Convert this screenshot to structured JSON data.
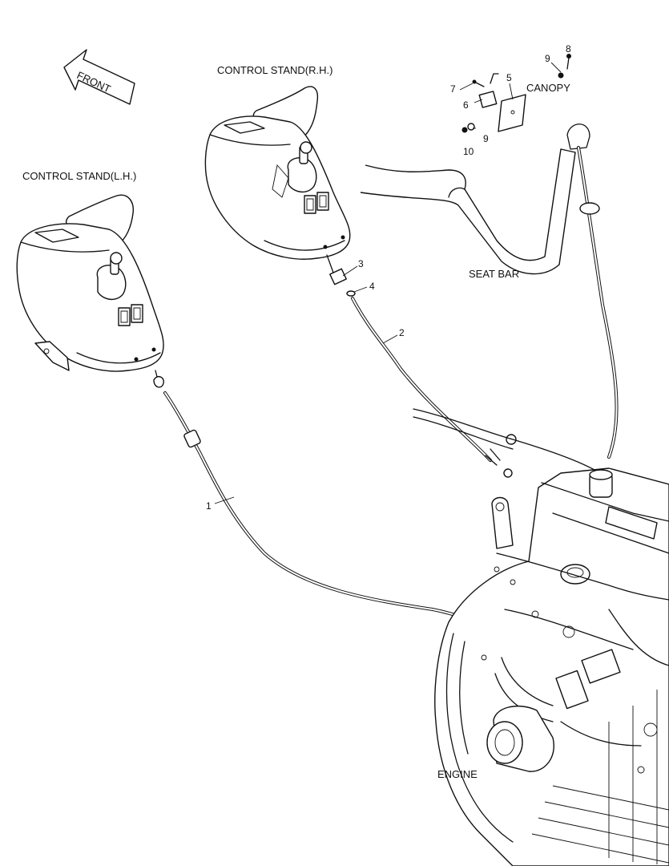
{
  "labels": {
    "front": "FRONT",
    "control_stand_rh": "CONTROL STAND(R.H.)",
    "control_stand_lh": "CONTROL STAND(L.H.)",
    "canopy": "CANOPY",
    "seat_bar": "SEAT BAR",
    "engine": "ENGINE"
  },
  "callouts": {
    "n1": "1",
    "n2": "2",
    "n3": "3",
    "n4": "4",
    "n5": "5",
    "n6": "6",
    "n7": "7",
    "n8": "8",
    "n9a": "9",
    "n9b": "9",
    "n10": "10"
  },
  "icons": {
    "front_arrow": "arrow-icon"
  }
}
